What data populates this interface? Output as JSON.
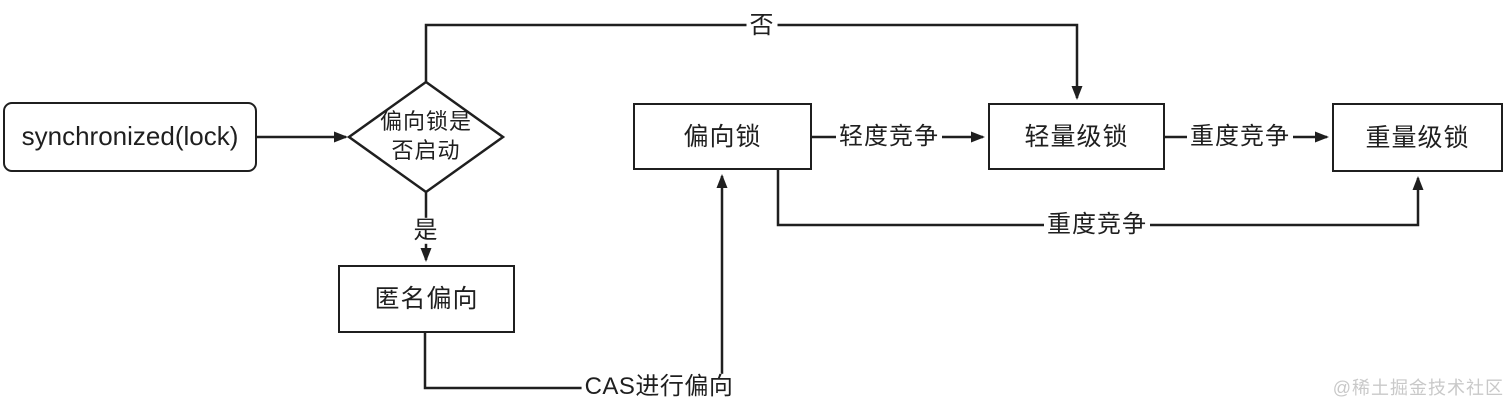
{
  "nodes": {
    "start": {
      "label": "synchronized(lock)"
    },
    "decision": {
      "lines": [
        "偏向锁是",
        "否启动"
      ]
    },
    "anonymous_bias": {
      "label": "匿名偏向"
    },
    "biased_lock": {
      "label": "偏向锁"
    },
    "lightweight_lock": {
      "label": "轻量级锁"
    },
    "heavyweight_lock": {
      "label": "重量级锁"
    }
  },
  "edge_labels": {
    "no": "否",
    "yes": "是",
    "cas_bias": "CAS进行偏向",
    "light_contention": "轻度竞争",
    "heavy_contention_upper": "重度竞争",
    "heavy_contention_lower": "重度竞争"
  },
  "watermark": "@稀土掘金技术社区",
  "colors": {
    "line": "#1f1f1f",
    "background": "#ffffff",
    "watermark": "#c9c9c9"
  }
}
